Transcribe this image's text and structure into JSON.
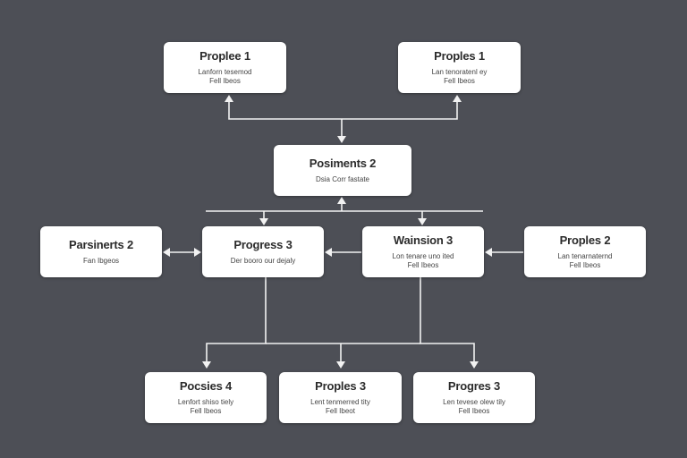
{
  "nodes": {
    "top_left": {
      "title": "Proplee 1",
      "sub1": "Lanforn tesemod",
      "sub2": "Fell Ibeos"
    },
    "top_right": {
      "title": "Proples 1",
      "sub1": "Lan tenoratenl ey",
      "sub2": "Fell Ibeos"
    },
    "center": {
      "title": "Posiments 2",
      "sub1": "Dsia Corr fastate",
      "sub2": ""
    },
    "mid_far_left": {
      "title": "Parsinerts 2",
      "sub1": "Fan Ibgeos",
      "sub2": ""
    },
    "mid_left": {
      "title": "Progress 3",
      "sub1": "Der booro our dejaly",
      "sub2": ""
    },
    "mid_right": {
      "title": "Wainsion 3",
      "sub1": "Lon tenare uno ited",
      "sub2": "Fell Ibeos"
    },
    "mid_far_right": {
      "title": "Proples 2",
      "sub1": "Lan tenarnaternd",
      "sub2": "Fell Ibeos"
    },
    "bottom_left": {
      "title": "Pocsies 4",
      "sub1": "Lenfort shiso tiely",
      "sub2": "Fell Ibeos"
    },
    "bottom_mid": {
      "title": "Proples 3",
      "sub1": "Lent tenmerred tity",
      "sub2": "Fell Ibeot"
    },
    "bottom_right": {
      "title": "Progres 3",
      "sub1": "Len tevese olew tily",
      "sub2": "Fell Ibeos"
    }
  }
}
